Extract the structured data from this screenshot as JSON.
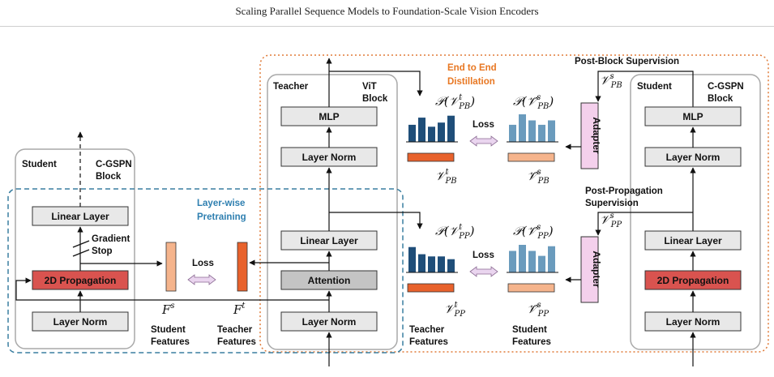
{
  "running_header": "Scaling Parallel Sequence Models to Foundation-Scale Vision Encoders",
  "left": {
    "student_title": "Student",
    "block_title": [
      "C-GSPN",
      "Block"
    ],
    "layerwise": [
      "Layer-wise",
      "Pretraining"
    ],
    "linear_layer": "Linear Layer",
    "gradient_stop": [
      "Gradient",
      "Stop"
    ],
    "propagation": "2D Propagation",
    "layer_norm": "Layer Norm",
    "loss": "Loss",
    "fs_symbol": "F",
    "fs_sup": "s",
    "ft_symbol": "F",
    "ft_sup": "t",
    "student_features": [
      "Student",
      "Features"
    ],
    "teacher_features": [
      "Teacher",
      "Features"
    ]
  },
  "teacher": {
    "title": "Teacher",
    "block_title": [
      "ViT",
      "Block"
    ],
    "mlp": "MLP",
    "layer_norm_top": "Layer Norm",
    "linear_layer": "Linear Layer",
    "attention": "Attention",
    "layer_norm_bottom": "Layer Norm"
  },
  "e2e": {
    "title": [
      "End to End",
      "Distillation"
    ],
    "post_block": "Post-Block Supervision",
    "post_propagation": [
      "Post-Propagation",
      "Supervision"
    ],
    "loss_top": "Loss",
    "loss_bottom": "Loss",
    "adapter_top": "Adapter",
    "adapter_bottom": "Adapter",
    "teacher_features": [
      "Teacher",
      "Features"
    ],
    "student_features": [
      "Student",
      "Features"
    ],
    "p_pb_t": "𝒫(𝒱",
    "p_pb_s": "𝒫(𝒱̂",
    "p_pp_t": "𝒫(𝒱",
    "p_pp_s": "𝒫(𝒱̂",
    "v_sym": "𝒱",
    "vhat_sym": "𝒱̂",
    "pb": "PB",
    "pp": "PP",
    "t": "t",
    "s": "s",
    "close": ")"
  },
  "right": {
    "student_title": "Student",
    "block_title": [
      "C-GSPN",
      "Block"
    ],
    "mlp": "MLP",
    "layer_norm_top": "Layer Norm",
    "linear_layer": "Linear Layer",
    "propagation": "2D Propagation",
    "layer_norm_bottom": "Layer Norm"
  },
  "colors": {
    "block_fill": "#e8e8e8",
    "attention_fill": "#c4c4c4",
    "propagation_fill": "#d9534f",
    "bar_teal": "#1f4e79",
    "bar_light": "#6a9bbd",
    "teacher_feature": "#e8622c",
    "student_feature": "#f5b48c",
    "adapter_fill": "#f4d0ec",
    "loss_arrow": "#ead5ef",
    "accent_orange": "#e87722",
    "accent_blue": "#2e7fb0"
  },
  "charts": {
    "teacher_pb": [
      0.62,
      0.88,
      0.55,
      0.7,
      0.95
    ],
    "student_pb": [
      0.62,
      1.0,
      0.78,
      0.62,
      0.78
    ],
    "teacher_pp": [
      0.92,
      0.66,
      0.58,
      0.58,
      0.48
    ],
    "student_pp": [
      0.78,
      1.0,
      0.78,
      0.6,
      0.95
    ]
  }
}
